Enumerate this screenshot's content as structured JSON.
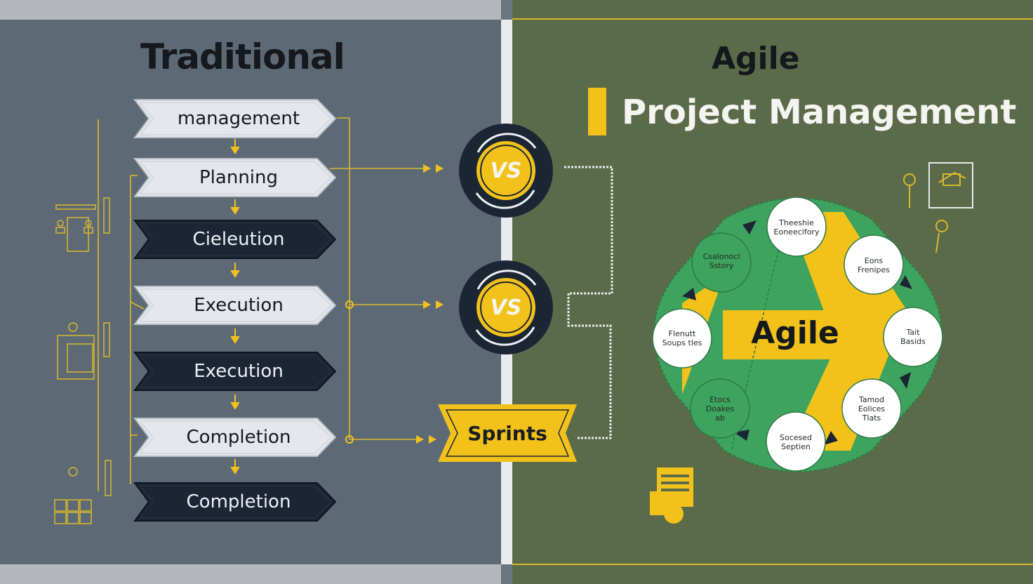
{
  "left_title": "Traditional",
  "right_title_1": "Agile",
  "right_title_2": "Project Management",
  "traditional_steps": [
    {
      "label": "management",
      "style": "light"
    },
    {
      "label": "Planning",
      "style": "light"
    },
    {
      "label": "Cieleution",
      "style": "dark"
    },
    {
      "label": "Execution",
      "style": "light"
    },
    {
      "label": "Execution",
      "style": "dark"
    },
    {
      "label": "Completion",
      "style": "light"
    },
    {
      "label": "Completion",
      "style": "dark"
    }
  ],
  "vs_badges": [
    "VS",
    "VS"
  ],
  "sprints_label": "Sprints",
  "agile_cycle": {
    "center_label": "Agile",
    "nodes": [
      "Theeshie\nEoneecifory",
      "Eons\nFrenipes",
      "Tait\nBasids",
      "Tamod\nEolices\nTlats",
      "Socesed\nSeptien",
      "Etocs\nDoakes\nab",
      "Flenutt\nSoups tles",
      "Csalonocl\nSstory"
    ]
  },
  "colors": {
    "accent_yellow": "#f2c21b",
    "dark_navy": "#1c2534",
    "light_arrow": "#e4e7eb",
    "agile_green": "#3ea35e",
    "left_bg": "#5d6a76",
    "right_bg": "#5b6b4a"
  }
}
